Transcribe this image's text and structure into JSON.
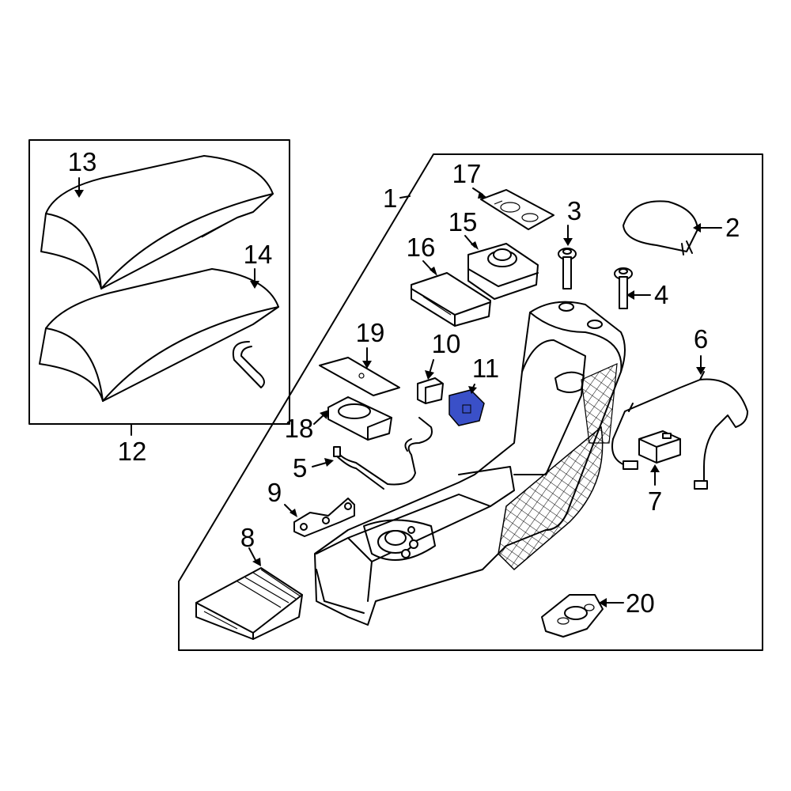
{
  "diagram": {
    "callouts": {
      "c1": "1",
      "c2": "2",
      "c3": "3",
      "c4": "4",
      "c5": "5",
      "c6": "6",
      "c7": "7",
      "c8": "8",
      "c9": "9",
      "c10": "10",
      "c11": "11",
      "c12": "12",
      "c13": "13",
      "c14": "14",
      "c15": "15",
      "c16": "16",
      "c17": "17",
      "c18": "18",
      "c19": "19",
      "c20": "20"
    },
    "highlight_color": "#3a50c8",
    "line_color": "#000000"
  }
}
